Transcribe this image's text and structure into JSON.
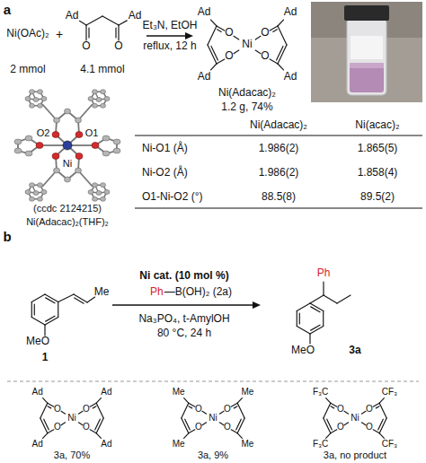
{
  "diagram": {
    "labels": [
      "a",
      "Ni(OAc)₂",
      "+",
      "Ad",
      "Ad",
      "O",
      "O",
      "2 mmol",
      "4.1 mmol",
      "Et₃N, EtOH",
      "reflux, 12 h",
      "Ad",
      "Ad",
      "O",
      "O",
      "Ni",
      "O",
      "O",
      "Ad",
      "Ad",
      "Ni(Adacac)₂",
      "1.2 g, 74%",
      "O2",
      "O1",
      "Ni",
      "(ccdc 2124215)",
      "Ni(Adacac)₂(THF)₂",
      "Ni(Adacac)₂",
      "Ni(acac)₂",
      "Ni-O1 (Å)",
      "1.986(2)",
      "1.865(5)",
      "Ni-O2 (Å)",
      "1.986(2)",
      "1.858(4)",
      "O1-Ni-O2 (°)",
      "88.5(8)",
      "89.5(2)",
      "b",
      "Me",
      "Ni cat. (10 mol %)",
      "Ph",
      "—B(OH)₂ (2a)",
      "Ph",
      "Na₃PO₄, t-AmylOH",
      "80 °C, 24 h",
      "MeO",
      "1",
      "MeO",
      "3a",
      "Ad",
      "Ad",
      "O",
      "O",
      "Ni",
      "O",
      "O",
      "Ad",
      "Ad",
      "3a, 70%",
      "Me",
      "Me",
      "O",
      "O",
      "Ni",
      "O",
      "O",
      "Me",
      "Me",
      "3a, 9%",
      "F₃C",
      "CF₃",
      "O",
      "O",
      "Ni",
      "O",
      "O",
      "F₃C",
      "CF₃",
      "3a, no product"
    ]
  }
}
